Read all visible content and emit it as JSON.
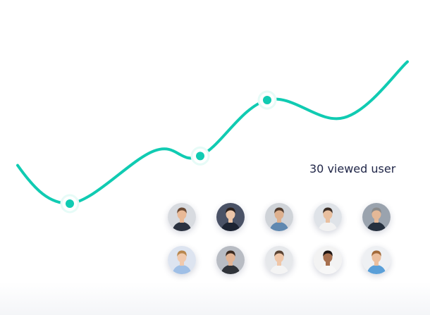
{
  "caption": {
    "viewed_text": "30 viewed user"
  },
  "chart_data": {
    "type": "line",
    "series": [
      {
        "values": [
          0.37,
          0.0,
          0.51,
          0.46,
          1.0,
          0.83,
          1.37
        ],
        "markers": [
          1,
          3,
          4
        ]
      }
    ],
    "line_color": "#10cbb2",
    "marker_halo_color": "#e6fbf7"
  },
  "avatars": [
    {
      "id": "avatar-1",
      "bg": "#d8dbe0",
      "skin": "#e9b996",
      "hair": "#6b4a34",
      "shirt": "#2b3240",
      "icon": "user-portrait-icon"
    },
    {
      "id": "avatar-2",
      "bg": "#4a5266",
      "skin": "#edc6a9",
      "hair": "#2a1f1a",
      "shirt": "#1d2433",
      "icon": "user-portrait-icon"
    },
    {
      "id": "avatar-3",
      "bg": "#cfd3d8",
      "skin": "#ddb08e",
      "hair": "#4f3a2c",
      "shirt": "#5f88b0",
      "icon": "user-portrait-icon"
    },
    {
      "id": "avatar-4",
      "bg": "#dfe3e8",
      "skin": "#e8bf9f",
      "hair": "#3c2e25",
      "shirt": "#f2f2f2",
      "icon": "user-portrait-icon"
    },
    {
      "id": "avatar-5",
      "bg": "#9aa3ae",
      "skin": "#e4b897",
      "hair": "#8a8a8a",
      "shirt": "#26303e",
      "icon": "user-portrait-icon"
    },
    {
      "id": "avatar-6",
      "bg": "#dde4f0",
      "skin": "#f0c9ad",
      "hair": "#b8874e",
      "shirt": "#9fbfe6",
      "icon": "user-portrait-icon"
    },
    {
      "id": "avatar-7",
      "bg": "#b8bcc3",
      "skin": "#e2b494",
      "hair": "#3b2a20",
      "shirt": "#2f3339",
      "icon": "user-portrait-icon"
    },
    {
      "id": "avatar-8",
      "bg": "#e6e8eb",
      "skin": "#efc6a8",
      "hair": "#5a4333",
      "shirt": "#f4f4f4",
      "icon": "user-portrait-icon"
    },
    {
      "id": "avatar-9",
      "bg": "#f3f3f3",
      "skin": "#a7704f",
      "hair": "#1d1512",
      "shirt": "#f7f7f7",
      "icon": "user-portrait-icon"
    },
    {
      "id": "avatar-10",
      "bg": "#eef0f3",
      "skin": "#ebbf9e",
      "hair": "#a26a3a",
      "shirt": "#5a9fd8",
      "icon": "user-portrait-icon"
    }
  ]
}
